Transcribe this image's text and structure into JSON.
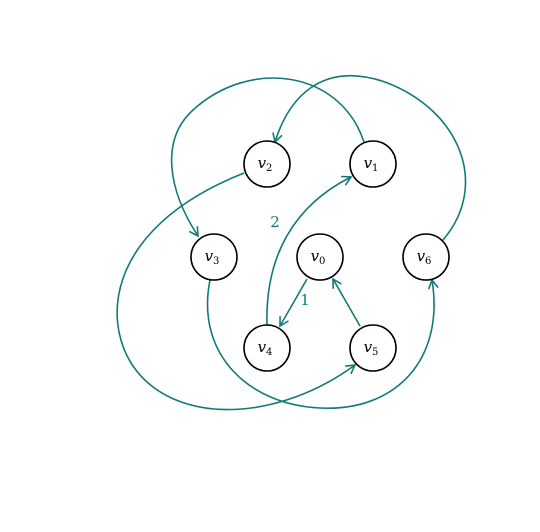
{
  "graph": {
    "edge_color": "#117a78",
    "node_stroke": "#000000",
    "nodes": [
      {
        "id": "v0",
        "letter": "v",
        "sub": "0"
      },
      {
        "id": "v1",
        "letter": "v",
        "sub": "1"
      },
      {
        "id": "v2",
        "letter": "v",
        "sub": "2"
      },
      {
        "id": "v3",
        "letter": "v",
        "sub": "3"
      },
      {
        "id": "v4",
        "letter": "v",
        "sub": "4"
      },
      {
        "id": "v5",
        "letter": "v",
        "sub": "5"
      },
      {
        "id": "v6",
        "letter": "v",
        "sub": "6"
      }
    ],
    "edges": [
      {
        "from": "v0",
        "to": "v4",
        "label": "1"
      },
      {
        "from": "v5",
        "to": "v0",
        "label": ""
      },
      {
        "from": "v4",
        "to": "v1",
        "label": "2"
      },
      {
        "from": "v1",
        "to": "v2",
        "label": ""
      },
      {
        "from": "v6",
        "to": "v2",
        "label": ""
      },
      {
        "from": "v2",
        "to": "v3",
        "label": ""
      },
      {
        "from": "v2",
        "to": "v5",
        "label": ""
      },
      {
        "from": "v3",
        "to": "v6",
        "label": ""
      }
    ]
  }
}
